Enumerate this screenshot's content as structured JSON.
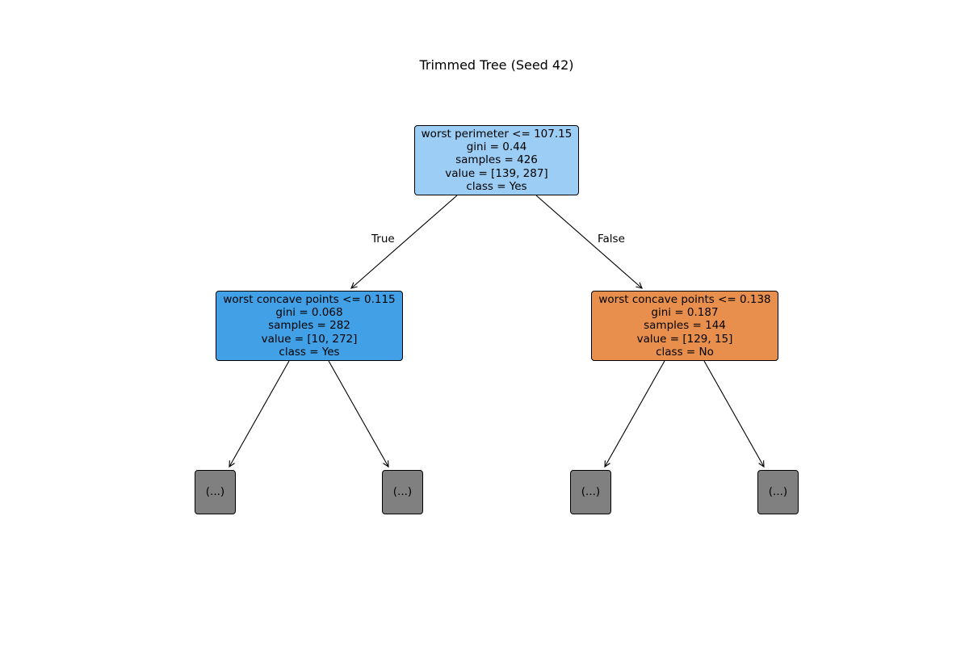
{
  "title": "Trimmed Tree (Seed 42)",
  "colors": {
    "root_fill": "#9ccdf4",
    "left_fill": "#42a0e6",
    "right_fill": "#e88f4e",
    "leaf_fill": "#808080",
    "edge": "#000000"
  },
  "edge_labels": {
    "true": "True",
    "false": "False"
  },
  "nodes": {
    "root": {
      "lines": [
        "worst perimeter <= 107.15",
        "gini = 0.44",
        "samples = 426",
        "value = [139, 287]",
        "class = Yes"
      ]
    },
    "left": {
      "lines": [
        "worst concave points <= 0.115",
        "gini = 0.068",
        "samples = 282",
        "value = [10, 272]",
        "class = Yes"
      ]
    },
    "right": {
      "lines": [
        "worst concave points <= 0.138",
        "gini = 0.187",
        "samples = 144",
        "value = [129, 15]",
        "class = No"
      ]
    },
    "leaf_ll": {
      "text": "(...)"
    },
    "leaf_lr": {
      "text": "(...)"
    },
    "leaf_rl": {
      "text": "(...)"
    },
    "leaf_rr": {
      "text": "(...)"
    }
  }
}
